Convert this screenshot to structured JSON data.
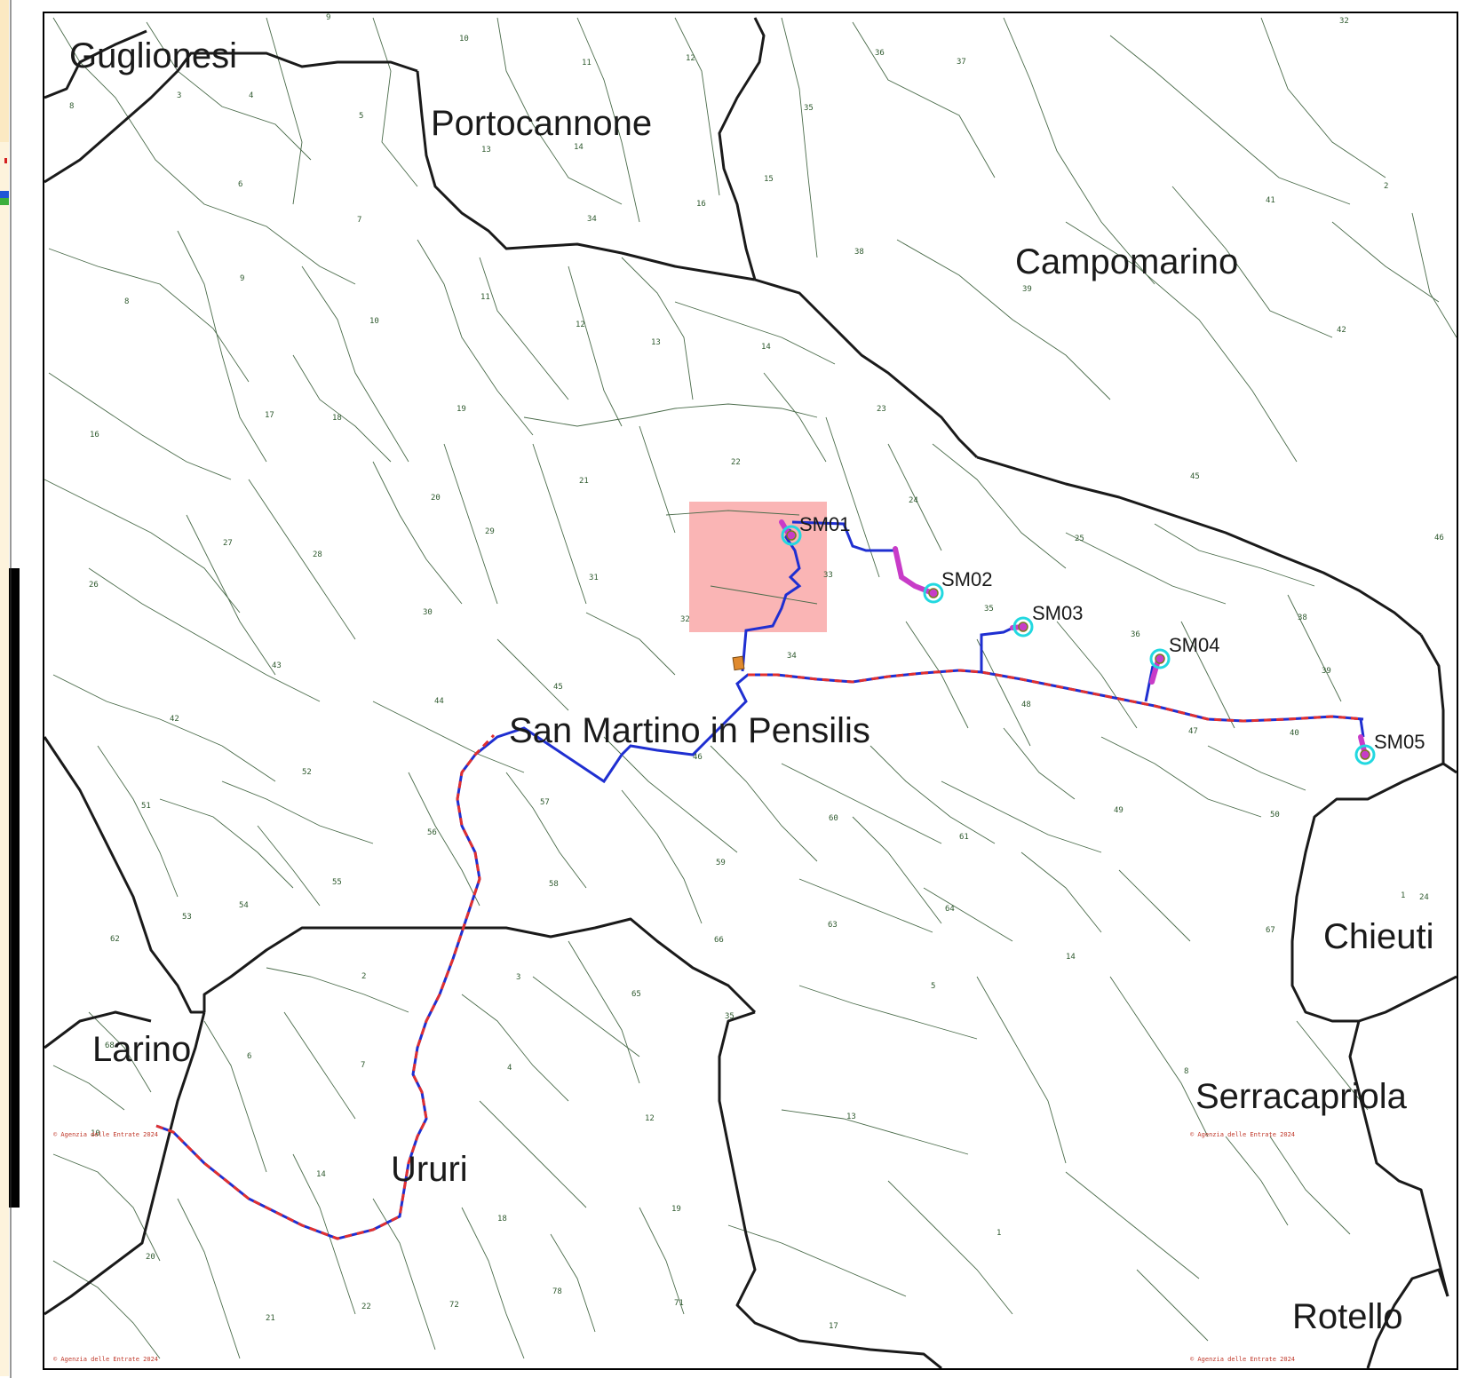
{
  "municipalities": [
    {
      "name": "Guglionesi"
    },
    {
      "name": "Portocannone"
    },
    {
      "name": "Campomarino"
    },
    {
      "name": "San Martino in Pensilis"
    },
    {
      "name": "Chieuti"
    },
    {
      "name": "Larino"
    },
    {
      "name": "Serracapriola"
    },
    {
      "name": "Ururi"
    },
    {
      "name": "Rotello"
    }
  ],
  "turbines": [
    "SM01",
    "SM02",
    "SM03",
    "SM04",
    "SM05"
  ],
  "copyright_text": "© Agenzia delle Entrate 2024",
  "parcel_numbers": [
    "9",
    "10",
    "11",
    "12",
    "36",
    "37",
    "32",
    "8",
    "3",
    "4",
    "5",
    "13",
    "14",
    "35",
    "2",
    "6",
    "16",
    "7",
    "34",
    "15",
    "38",
    "41",
    "8",
    "9",
    "11",
    "10",
    "12",
    "13",
    "14",
    "39",
    "42",
    "17",
    "18",
    "19",
    "23",
    "16",
    "22",
    "21",
    "20",
    "29",
    "24",
    "25",
    "45",
    "46",
    "27",
    "28",
    "31",
    "33",
    "26",
    "30",
    "32",
    "35",
    "36",
    "38",
    "34",
    "39",
    "43",
    "45",
    "44",
    "40",
    "42",
    "48",
    "46",
    "47",
    "52",
    "57",
    "51",
    "56",
    "60",
    "61",
    "49",
    "50",
    "55",
    "58",
    "59",
    "53",
    "54",
    "63",
    "64",
    "67",
    "24",
    "62",
    "66",
    "14",
    "1",
    "2",
    "3",
    "65",
    "5",
    "6",
    "7",
    "4",
    "35",
    "8",
    "68",
    "10",
    "12",
    "13",
    "14",
    "18",
    "19",
    "20",
    "21",
    "22",
    "72",
    "78",
    "71",
    "17",
    "1"
  ],
  "colors": {
    "municipal_boundary": "#1a1a1a",
    "parcel_line": "#4a6b4a",
    "cable_route": "#1f2fd1",
    "cable_dash": "#e03030",
    "turbine_link": "#c83cc8",
    "turbine_halo": "#22d8e0",
    "highlight_area": "#f9a8a8",
    "substation": "#e08a2e"
  }
}
